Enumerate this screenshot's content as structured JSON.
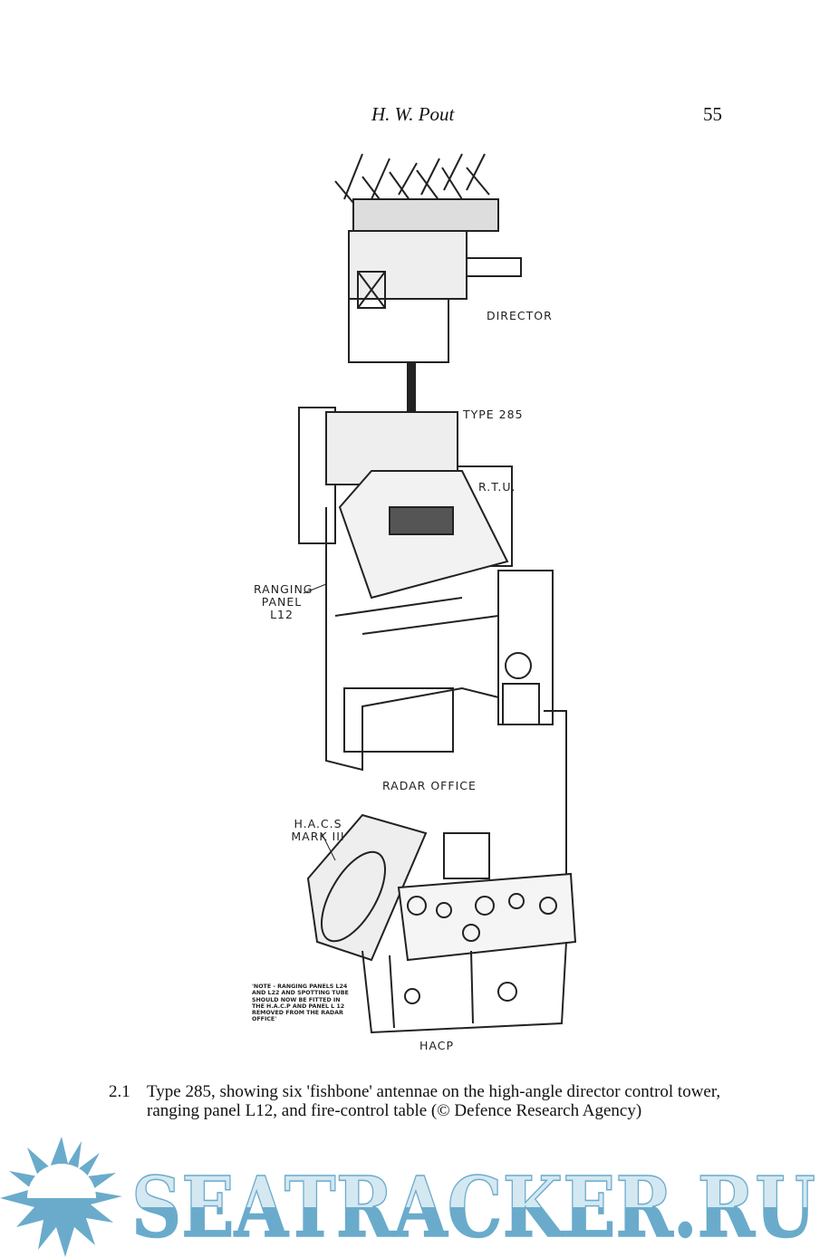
{
  "header": {
    "author": "H. W. Pout",
    "page_number": "55"
  },
  "figure": {
    "labels": {
      "director": "DIRECTOR",
      "type285": "TYPE 285",
      "rtu": "R.T.U.",
      "ranging_panel": [
        "RANGING",
        "PANEL",
        "L12"
      ],
      "radar_office": "RADAR OFFICE",
      "hacs": [
        "H.A.C.S",
        "MARK III"
      ],
      "hacp": "HACP",
      "note": "'Note - Ranging panels L24 and L22 and spotting tube should now be fitted in the H.A.C.P and panel L 12 removed from the radar office'"
    }
  },
  "caption": {
    "number": "2.1",
    "text": "Type 285, showing six 'fishbone' antennae on the high-angle director control tower, ranging panel L12, and fire-control table (© Defence Research Agency)"
  },
  "watermark": {
    "text": "SEATRACKER.RU",
    "color": "#6aabcc"
  }
}
